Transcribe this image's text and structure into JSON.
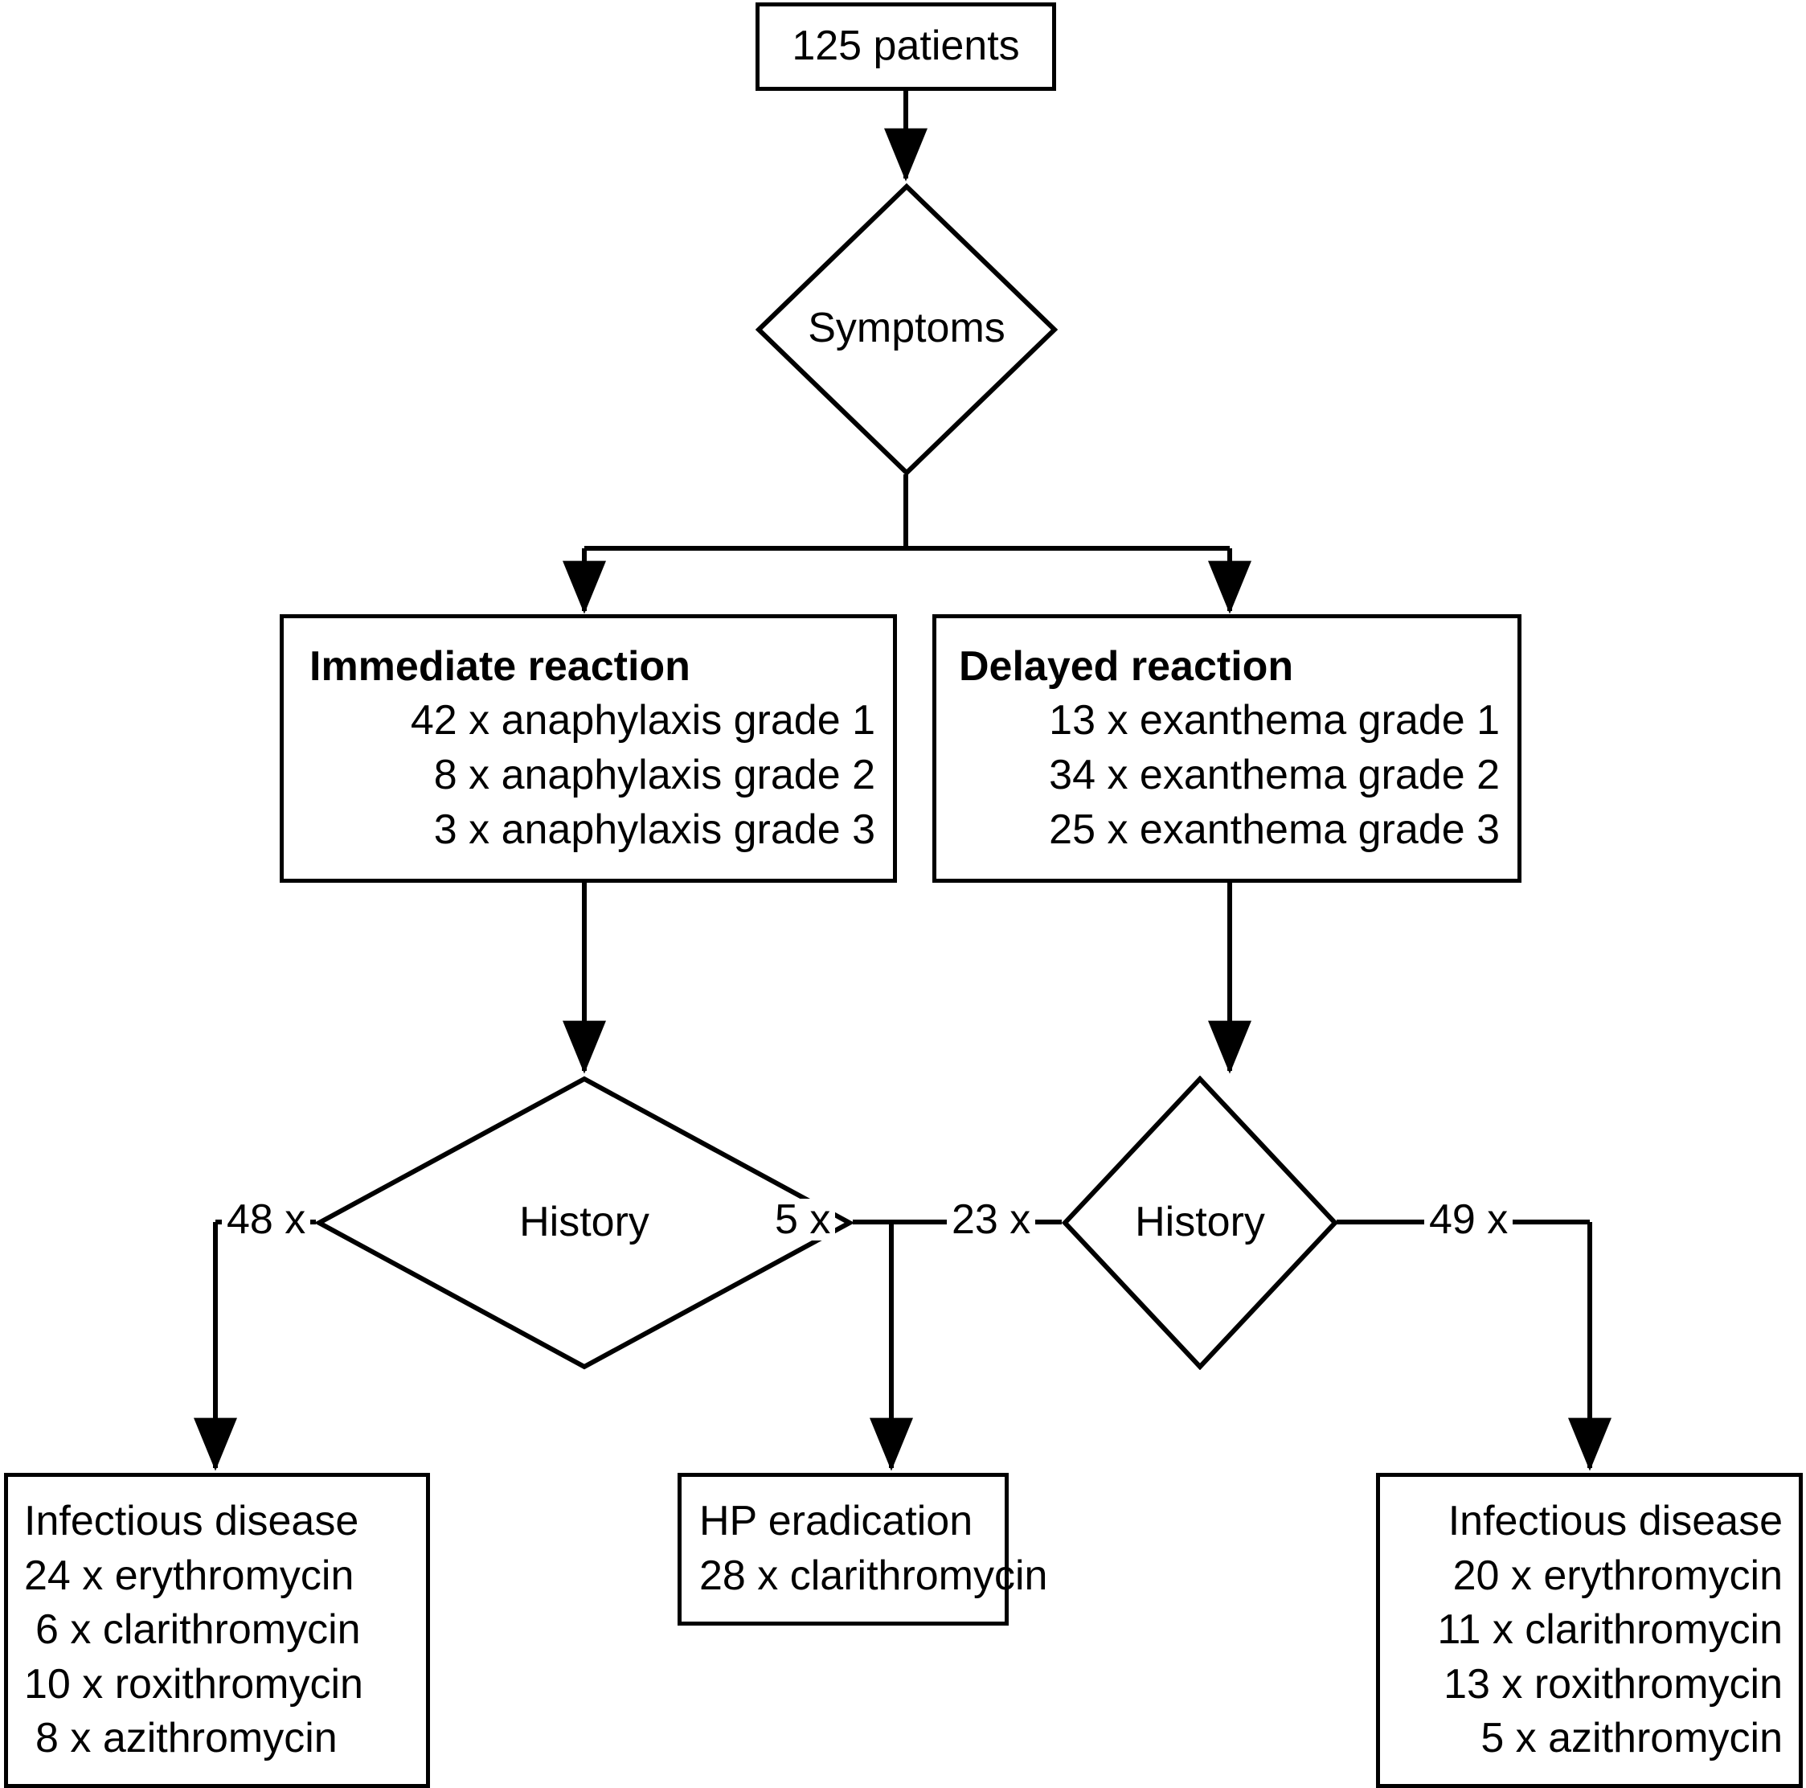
{
  "diagram": {
    "type": "clinical-flowchart",
    "title_text": "",
    "root": {
      "label": "125 patients"
    },
    "decision_symptoms": {
      "label": "Symptoms"
    },
    "immediate": {
      "title": "Immediate reaction",
      "lines": [
        "42 x anaphylaxis grade 1",
        "8 x anaphylaxis grade 2",
        "3 x anaphylaxis grade 3"
      ]
    },
    "delayed": {
      "title": "Delayed reaction",
      "lines": [
        "13 x exanthema grade 1",
        "34 x exanthema grade 2",
        "25 x exanthema grade 3"
      ]
    },
    "history_left": {
      "label": "History",
      "left_branch": "48 x",
      "right_branch": "5 x"
    },
    "history_right": {
      "label": "History",
      "left_branch": "23 x",
      "right_branch": "49 x"
    },
    "outcome_left": {
      "title": "Infectious disease",
      "lines": [
        "24 x erythromycin",
        "6 x  clarithromycin",
        "10 x roxithromycin",
        "8 x  azithromycin"
      ]
    },
    "outcome_middle": {
      "title": "HP eradication",
      "lines": [
        "28 x clarithromycin"
      ]
    },
    "outcome_right": {
      "title": "Infectious disease",
      "lines": [
        "20 x erythromycin",
        "11 x clarithromycin",
        "13 x roxithromycin",
        "5 x  azithromycin"
      ]
    },
    "colors": {
      "stroke": "#000000",
      "fill": "#ffffff",
      "text": "#000000"
    }
  }
}
